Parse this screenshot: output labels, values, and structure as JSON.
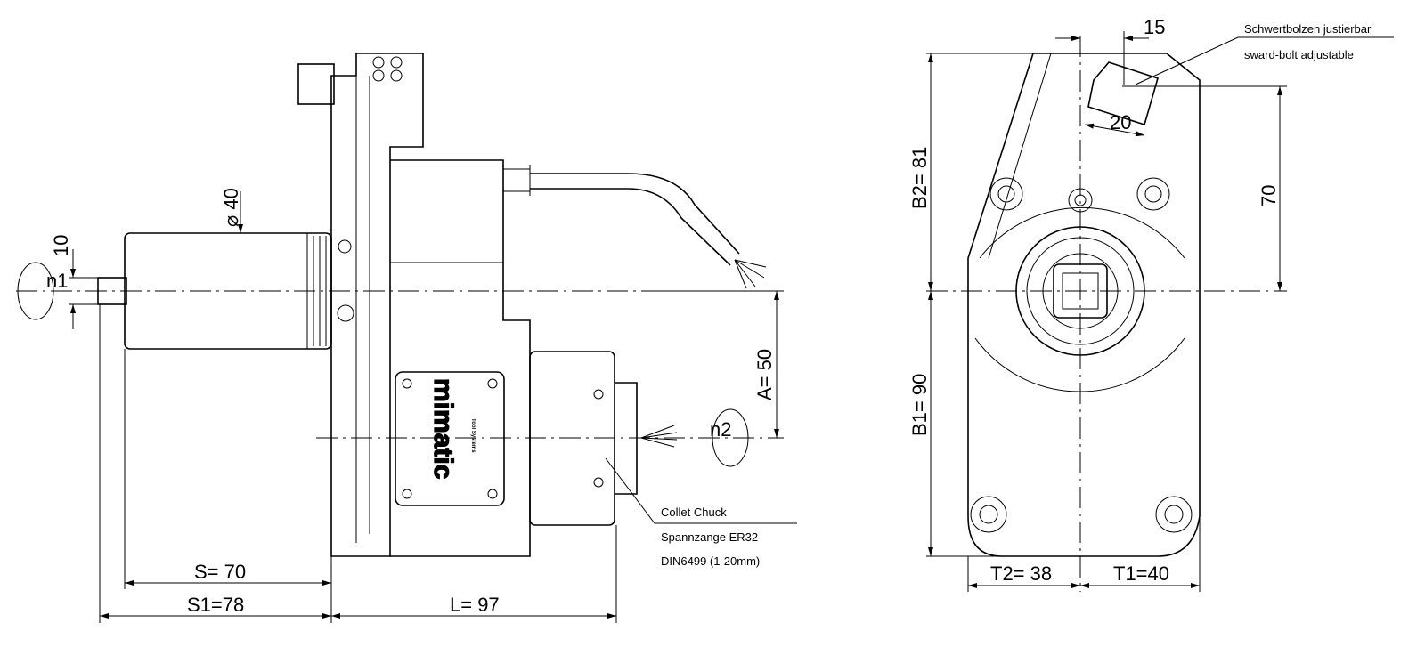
{
  "side_view": {
    "dimensions": {
      "d40": "⌀ 40",
      "ten": "10",
      "a": "A= 50",
      "s": "S= 70",
      "s1": "S1=78",
      "l": "L= 97"
    },
    "rotation_labels": {
      "n1": "n1",
      "n2": "n2"
    },
    "logo": {
      "brand": "mimatic",
      "tagline": "Tool Systems"
    },
    "collet_note": {
      "line1": "Collet Chuck",
      "line2": "Spannzange ER32",
      "line3": "DIN6499 (1-20mm)"
    }
  },
  "front_view": {
    "dimensions": {
      "b2": "B2= 81",
      "b1": "B1= 90",
      "seventy": "70",
      "fifteen": "15",
      "twenty": "20",
      "t2": "T2= 38",
      "t1": "T1=40"
    },
    "bolt_note": {
      "line1": "Schwertbolzen justierbar",
      "line2": "sward-bolt adjustable"
    }
  }
}
